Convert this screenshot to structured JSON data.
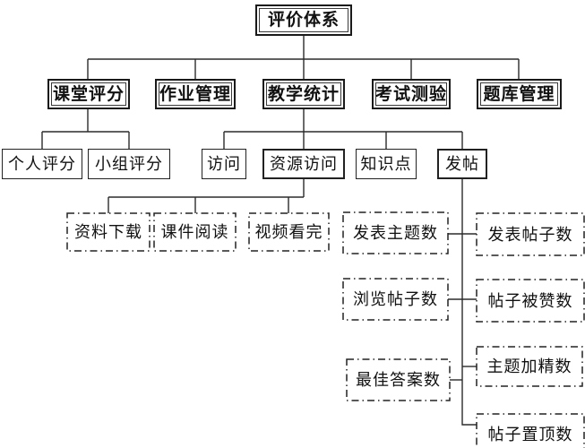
{
  "diagram_title": "评价体系",
  "colors": {
    "line": "#2b2b2b",
    "border": "#1a1a1a",
    "text": "#111111",
    "background": "#ffffff"
  },
  "nodes": {
    "root": {
      "label": "评价体系"
    },
    "classroom_scoring": {
      "label": "课堂评分"
    },
    "homework_mgmt": {
      "label": "作业管理"
    },
    "teaching_stats": {
      "label": "教学统计"
    },
    "exam_test": {
      "label": "考试测验"
    },
    "question_bank": {
      "label": "题库管理"
    },
    "personal_score": {
      "label": "个人评分"
    },
    "group_score": {
      "label": "小组评分"
    },
    "visits": {
      "label": "访问"
    },
    "resource_access": {
      "label": "资源访问"
    },
    "knowledge_points": {
      "label": "知识点"
    },
    "posting": {
      "label": "发帖"
    },
    "material_download": {
      "label": "资料下载"
    },
    "courseware_reading": {
      "label": "课件阅读"
    },
    "video_watched": {
      "label": "视频看完"
    },
    "topics_posted": {
      "label": "发表主题数"
    },
    "posts_published": {
      "label": "发表帖子数"
    },
    "posts_viewed": {
      "label": "浏览帖子数"
    },
    "posts_liked": {
      "label": "帖子被赞数"
    },
    "best_answers": {
      "label": "最佳答案数"
    },
    "topics_featured": {
      "label": "主题加精数"
    },
    "posts_pinned": {
      "label": "帖子置顶数"
    }
  },
  "hierarchy": [
    {
      "parent": "评价体系",
      "children": [
        "课堂评分",
        "作业管理",
        "教学统计",
        "考试测验",
        "题库管理"
      ]
    },
    {
      "parent": "课堂评分",
      "children": [
        "个人评分",
        "小组评分"
      ]
    },
    {
      "parent": "教学统计",
      "children": [
        "访问",
        "资源访问",
        "知识点",
        "发帖"
      ]
    },
    {
      "parent": "资源访问",
      "children": [
        "资料下载",
        "课件阅读",
        "视频看完"
      ]
    },
    {
      "parent": "发帖",
      "children": [
        "发表主题数",
        "发表帖子数",
        "浏览帖子数",
        "帖子被赞数",
        "最佳答案数",
        "主题加精数",
        "帖子置顶数"
      ]
    }
  ]
}
